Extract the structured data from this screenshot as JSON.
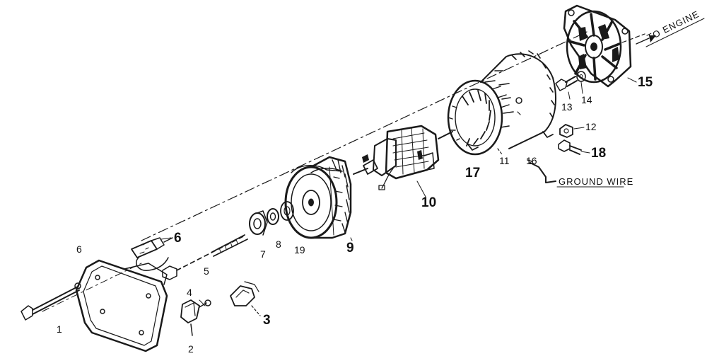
{
  "diagram": {
    "labels": {
      "p1": "1",
      "p2": "2",
      "p3": "3",
      "p4": "4",
      "p5": "5",
      "p6": "6",
      "p6b": "6",
      "p7": "7",
      "p8": "8",
      "p9": "9",
      "p10": "10",
      "p11": "11",
      "p12": "12",
      "p13": "13",
      "p14": "14",
      "p15": "15",
      "p16": "16",
      "p17": "17",
      "p18": "18",
      "p19": "19"
    },
    "notes": {
      "to_engine": "TO ENGINE",
      "ground_wire": "GROUND WIRE"
    }
  }
}
